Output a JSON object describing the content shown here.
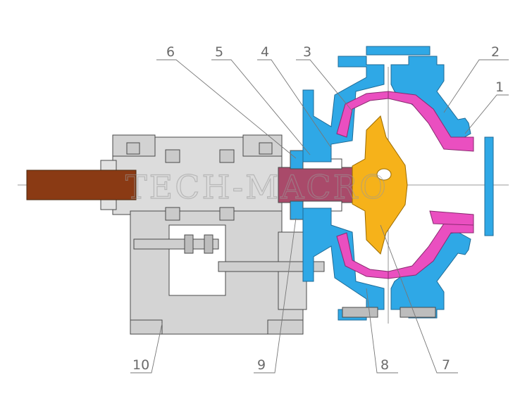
{
  "watermark": "TECH-MACRO",
  "colors": {
    "casing": "#2fa8e6",
    "liner": "#ea4fc0",
    "impeller": "#f6b21a",
    "shaft": "#8a3a14",
    "frame": "#d6d6d6",
    "line": "#4a4a4a",
    "leader": "#777777"
  },
  "callouts": [
    {
      "id": "part-1",
      "label": "1"
    },
    {
      "id": "part-2",
      "label": "2"
    },
    {
      "id": "part-3",
      "label": "3"
    },
    {
      "id": "part-4",
      "label": "4"
    },
    {
      "id": "part-5",
      "label": "5"
    },
    {
      "id": "part-6",
      "label": "6"
    },
    {
      "id": "part-7",
      "label": "7"
    },
    {
      "id": "part-8",
      "label": "8"
    },
    {
      "id": "part-9",
      "label": "9"
    },
    {
      "id": "part-10",
      "label": "10"
    }
  ]
}
